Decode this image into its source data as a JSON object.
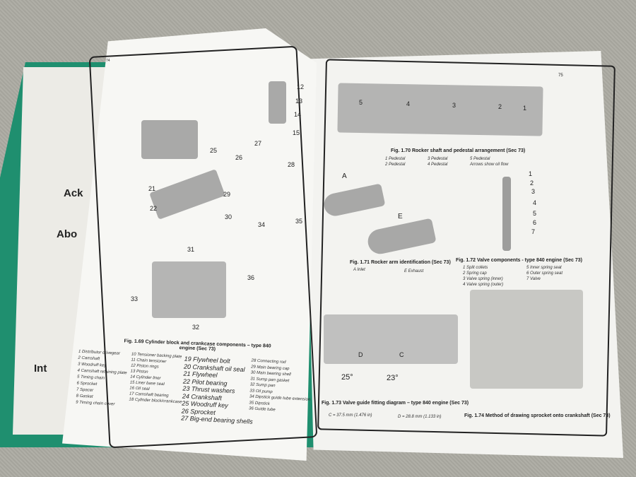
{
  "left_page": {
    "page_number": "74",
    "fig_1_69_caption": "Fig. 1.69 Cylinder block and crankcase components – type 840 engine (Sec 73)",
    "legend": [
      "1 Distributor drivegear",
      "2 Camshaft",
      "3 Woodruff key",
      "4 Camshaft retaining plate",
      "5 Timing chain",
      "6 Sprocket",
      "7 Spacer",
      "8 Gasket",
      "9 Timing chain cover",
      "10 Tensioner backing plate",
      "11 Chain tensioner",
      "12 Piston rings",
      "13 Piston",
      "14 Cylinder liner",
      "15 Liner base seal",
      "16 Oil seal",
      "17 Camshaft bearing",
      "18 Cylinder block/crankcase",
      "19 Flywheel bolt",
      "20 Crankshaft oil seal",
      "21 Flywheel",
      "22 Pilot bearing",
      "23 Thrust washers",
      "24 Crankshaft",
      "25 Woodruff key",
      "26 Sprocket",
      "27 Big-end bearing shells",
      "28 Connecting rod",
      "29 Main bearing cap",
      "30 Main bearing shell",
      "31 Sump pan gasket",
      "32 Sump pan",
      "33 Oil pump",
      "34 Dipstick guide tube extension",
      "35 Dipstick",
      "36 Guide tube"
    ],
    "callouts": [
      "12",
      "13",
      "14",
      "15",
      "27",
      "28",
      "25",
      "26",
      "29",
      "30",
      "31",
      "32",
      "33",
      "34",
      "35",
      "36",
      "22",
      "21"
    ]
  },
  "under_page": {
    "headings": [
      "Ack",
      "Abo",
      "Int"
    ]
  },
  "right_page": {
    "page_number": "75",
    "fig_1_70_caption": "Fig. 1.70 Rocker shaft and pedestal arrangement (Sec 73)",
    "fig_1_70_legend": [
      "1 Pedestal",
      "2 Pedestal",
      "3 Pedestal",
      "4 Pedestal",
      "5 Pedestal",
      "Arrows show oil flow"
    ],
    "fig_1_70_callouts": [
      "5",
      "4",
      "3",
      "2",
      "1"
    ],
    "fig_1_71_caption": "Fig. 1.71 Rocker arm identification (Sec 73)",
    "fig_1_71_legend": [
      "A Inlet",
      "E Exhaust"
    ],
    "fig_1_71_labels": [
      "A",
      "E"
    ],
    "fig_1_72_caption": "Fig. 1.72 Valve components - type 840 engine (Sec 73)",
    "fig_1_72_legend": [
      "1 Split collets",
      "2 Spring cap",
      "3 Valve spring (inner)",
      "4 Valve spring (outer)",
      "5 Inner spring seat",
      "6 Outer spring seat",
      "7 Valve"
    ],
    "fig_1_72_callouts": [
      "1",
      "2",
      "3",
      "4",
      "5",
      "6",
      "7"
    ],
    "fig_1_73_caption": "Fig. 1.73 Valve guide fitting diagram – type 840 engine (Sec 73)",
    "fig_1_73_labels": [
      "D",
      "C",
      "25°",
      "23°"
    ],
    "fig_1_73_dims": [
      "C = 37.5 mm (1.476 in)",
      "D = 28.8 mm (1.133 in)"
    ],
    "fig_1_74_caption": "Fig. 1.74 Method of drawing sprocket onto crankshaft (Sec 73)"
  }
}
